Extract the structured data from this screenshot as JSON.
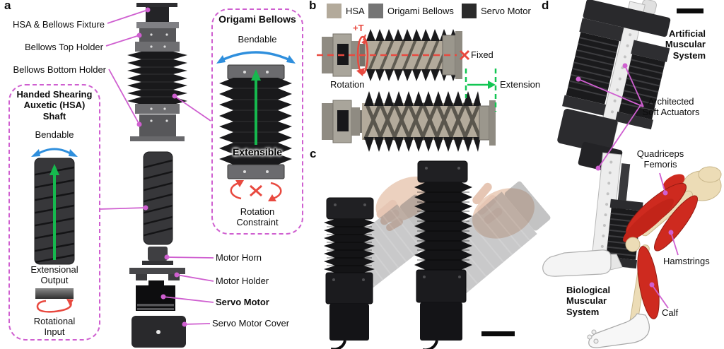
{
  "colors": {
    "annotation_magenta": "#cf5fd0",
    "arrow_blue": "#2f8fdd",
    "arrow_green": "#16b84e",
    "arrow_red": "#e8493f",
    "hsa_tan": "#b3aa9b",
    "bellows_gray": "#757575",
    "servo_dark": "#2b2b2b",
    "muscle_red": "#ce2a1f",
    "bone_tan": "#ecdcb6"
  },
  "panel_a": {
    "letter": "a",
    "labels_left": [
      {
        "text": "HSA & Bellows Fixture"
      },
      {
        "text": "Bellows Top Holder"
      },
      {
        "text": "Bellows Bottom Holder"
      }
    ],
    "hsa_box": {
      "title": "Handed Shearing\nAuxetic (HSA)\nShaft",
      "bendable": "Bendable",
      "output": "Extensional\nOutput",
      "input": "Rotational\nInput"
    },
    "origami_box": {
      "title": "Origami Bellows",
      "bendable": "Bendable",
      "extensible": "Extensible",
      "constraint": "Rotation\nConstraint"
    },
    "labels_right": [
      {
        "text": "Motor Horn"
      },
      {
        "text": "Motor Holder"
      },
      {
        "text": "Servo Motor"
      },
      {
        "text": "Servo Motor Cover"
      }
    ]
  },
  "panel_b": {
    "letter": "b",
    "legend": [
      {
        "label": "HSA",
        "color": "#b3aa9b"
      },
      {
        "label": "Origami Bellows",
        "color": "#757575"
      },
      {
        "label": "Servo Motor",
        "color": "#2b2b2b"
      }
    ],
    "torque": "+T",
    "fixed": "Fixed",
    "rotation": "Rotation",
    "extension": "Extension"
  },
  "panel_c": {
    "letter": "c"
  },
  "panel_d": {
    "letter": "d",
    "artificial": "Artificial\nMuscular\nSystem",
    "actuators": "Architected\nSoft Actuators",
    "quadriceps": "Quadriceps\nFemoris",
    "hamstrings": "Hamstrings",
    "calf": "Calf",
    "biological": "Biological\nMuscular\nSystem"
  }
}
